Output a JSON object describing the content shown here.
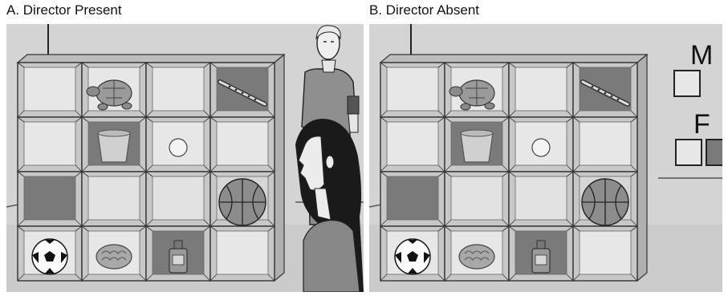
{
  "panels": [
    {
      "label": "A. Director Present",
      "director_present": true,
      "cell_colors": [
        [
          "#e7e7e7",
          "#e7e7e7",
          "#e7e7e7",
          "#7a7a7a"
        ],
        [
          "#e7e7e7",
          "#7a7a7a",
          "#e7e7e7",
          "#e7e7e7"
        ],
        [
          "#7a7a7a",
          "#e2e2e2",
          "#e2e2e2",
          "#d6d6d6"
        ],
        [
          "#e7e7e7",
          "#e7e7e7",
          "#7a7a7a",
          "#e7e7e7"
        ]
      ],
      "objects": [
        {
          "name": "turtle",
          "row": 0,
          "col": 1
        },
        {
          "name": "flute",
          "row": 0,
          "col": 3
        },
        {
          "name": "bucket",
          "row": 1,
          "col": 1
        },
        {
          "name": "ball-small",
          "row": 1,
          "col": 2
        },
        {
          "name": "basketball",
          "row": 2,
          "col": 3
        },
        {
          "name": "soccer-ball",
          "row": 3,
          "col": 0
        },
        {
          "name": "bowl",
          "row": 3,
          "col": 1
        },
        {
          "name": "bottle",
          "row": 3,
          "col": 2
        }
      ]
    },
    {
      "label": "B. Director Absent",
      "director_present": false,
      "cell_colors": [
        [
          "#e7e7e7",
          "#e7e7e7",
          "#e7e7e7",
          "#7a7a7a"
        ],
        [
          "#e7e7e7",
          "#7a7a7a",
          "#e7e7e7",
          "#e7e7e7"
        ],
        [
          "#7a7a7a",
          "#e2e2e2",
          "#e2e2e2",
          "#d6d6d6"
        ],
        [
          "#e7e7e7",
          "#e7e7e7",
          "#7a7a7a",
          "#e7e7e7"
        ]
      ],
      "objects": [
        {
          "name": "turtle",
          "row": 0,
          "col": 1
        },
        {
          "name": "flute",
          "row": 0,
          "col": 3
        },
        {
          "name": "bucket",
          "row": 1,
          "col": 1
        },
        {
          "name": "ball-small",
          "row": 1,
          "col": 2
        },
        {
          "name": "basketball",
          "row": 2,
          "col": 3
        },
        {
          "name": "soccer-ball",
          "row": 3,
          "col": 0
        },
        {
          "name": "bowl",
          "row": 3,
          "col": 1
        },
        {
          "name": "bottle",
          "row": 3,
          "col": 2
        }
      ]
    }
  ],
  "legend": {
    "m_label": "M",
    "f_label": "F",
    "m_swatch_color": "#e7e7e7",
    "f_swatch_colors": [
      "#e7e7e7",
      "#7a7a7a"
    ]
  },
  "colors": {
    "wall": "#d4d4d4",
    "floor": "#c9c9c9",
    "shelf_edge": "#333333",
    "cell_back": "#e7e7e7",
    "cell_dark": "#7a7a7a"
  }
}
